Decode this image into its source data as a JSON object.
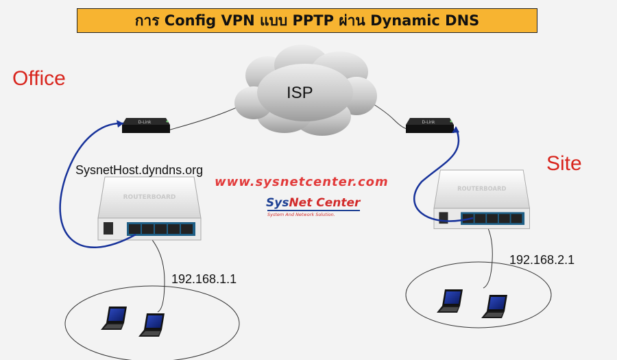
{
  "title": "การ Config VPN แบบ PPTP ผ่าน Dynamic DNS",
  "office_label": "Office",
  "site_label": "Site",
  "isp_label": "ISP",
  "ddns_host": "SysnetHost.dyndns.org",
  "office_ip": "192.168.1.1",
  "site_ip": "192.168.2.1",
  "website": "www.sysnetcenter.com",
  "brand": {
    "name_part1": "Sys",
    "name_part2": "Net Center",
    "tagline": "System And Network Solution."
  },
  "modem_brand": "D-Link",
  "router_brand": "ROUTERBOARD",
  "colors": {
    "title_bg": "#f7b431",
    "location_label": "#d8241c",
    "website": "#e23a3a",
    "link_curve": "#17329a",
    "brand_blue": "#1c3f93"
  },
  "icons": [
    "cloud-icon",
    "modem-icon",
    "router-icon",
    "laptop-icon"
  ]
}
